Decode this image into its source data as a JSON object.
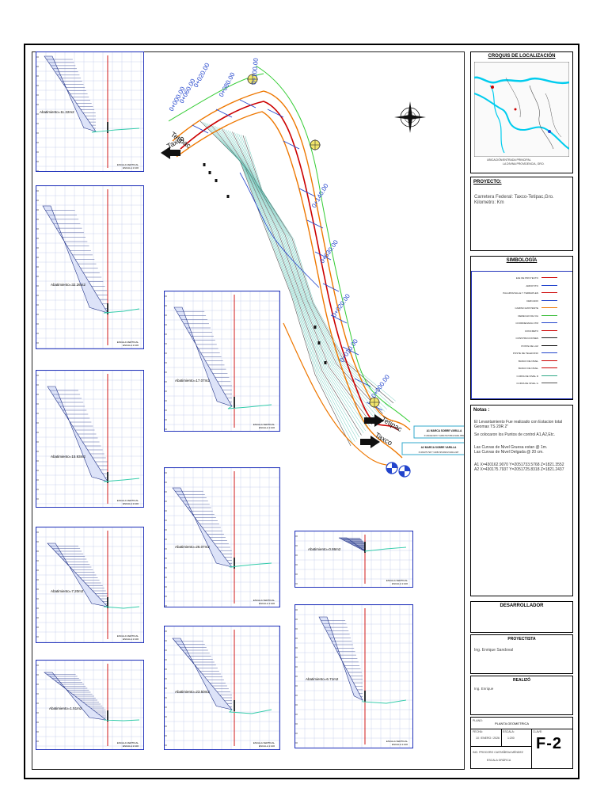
{
  "title_block": {
    "location_title": "CROQUIS DE LOCALIZACIÓN",
    "location_caption_label": "UBICACIÓN:",
    "location_caption_1": "ENTRADA PRINCIPAL",
    "location_caption_2": "LA DIVINA PROVIDENCIA, GRO.",
    "project_title": "PROYECTO:",
    "project_text": "Carretera Federal: Taxco-Tetipac,Gro. Kilometro: Km",
    "symbols_title": "SIMBOLOGÍA",
    "notes_title": "Notas :",
    "note_1": "El Levantamiento Fue realizado con Estacion total Geomax TS 20R 2\"",
    "note_2": "Se colocaron los Puntos de control A1,A2,Etc.",
    "note_3": "Las Curvas de Nivel Gruesa estan @ 1m.",
    "note_4": "Las Curvas de Nivel Delgada @ 20 cm.",
    "note_5": "A1 X=430162.9070  Y=2051733.5768  Z=1821.3552",
    "note_6": "A2 X=430175.7937  Y=2051725.8318  Z=1821.2437",
    "developer_title": "DESARROLLADOR",
    "designer_title": "PROYECTISTA",
    "designer_name": "Ing. Enrique Sandoval",
    "made_title": "REALIZÓ",
    "made_name": "Ing. Enrique",
    "plan_label": "PLANO:",
    "plan_name": "PLANTA GEOMETRICA",
    "date_label": "FECHA:",
    "date_value": "10 / ENERO / 2026",
    "scale_label": "ESCALA:",
    "scale_value": "1:200",
    "key_label": "CLAVE:",
    "key_value": "F-2",
    "signer": "ING. PROCORO CASTAÑEDA MÉNDEZ",
    "graphic_scale": "ESCALA GRÁFICA"
  },
  "symbols": [
    {
      "label": "EJE DE PROYECTO",
      "color": "#cc0000"
    },
    {
      "label": "ARROYITO",
      "color": "#2244cc"
    },
    {
      "label": "PALAPAS/VALLE Y TERRAPLEN",
      "color": "#cc0000"
    },
    {
      "label": "CERCADO",
      "color": "#2244cc"
    },
    {
      "label": "CAMINO EXISTENTE",
      "color": "#ee7700"
    },
    {
      "label": "DERECHO DE VIA",
      "color": "#33bb33"
    },
    {
      "label": "COORDENADA UTM",
      "color": "#2244cc"
    },
    {
      "label": "CONCRETO",
      "color": "#cc0000"
    },
    {
      "label": "CONSTRUCCIONES",
      "color": "#222222"
    },
    {
      "label": "POSTE DE LUZ",
      "color": "#000000"
    },
    {
      "label": "POSTE DE TELEFONO",
      "color": "#2244cc"
    },
    {
      "label": "BANCO DE NIVEL",
      "color": "#cc0000"
    },
    {
      "label": "BANCO DE NIVEL",
      "color": "#cc0000"
    },
    {
      "label": "CURVA DE NIVEL D",
      "color": "#33aa88"
    },
    {
      "label": "CURVA DE NIVEL G",
      "color": "#555555"
    }
  ],
  "map": {
    "stations": [
      "0+060.00",
      "0+020.00",
      "0+000.00",
      "0+080.00",
      "0+100.00",
      "0+140.00",
      "0+630.00",
      "0+020.00",
      "0+010.00",
      "0+000.00"
    ],
    "place_1a": "Tetipac",
    "place_1b": "Taxco",
    "place_2a": "Tetipac",
    "place_2b": "Taxco",
    "benchmark_1": "A1 MARCA SOBRE VARILLA",
    "benchmark_1_coords": "X=430162.9070  Y=2051733.5768  Z=1821.3552",
    "benchmark_2": "A2 MARCA SOBRE VARILLA",
    "benchmark_2_coords": "X=430175.7937  Y=2051725.8318  Z=1821.2437"
  },
  "sections": [
    {
      "area": "Abatimiento=11.22m2"
    },
    {
      "area": "Abatimiento=32.26m2"
    },
    {
      "area": "Abatimiento=15.93m2"
    },
    {
      "area": "Abatimiento=7.20m2"
    },
    {
      "area": "Abatimiento=1.51m2"
    },
    {
      "area": "Abatimiento=17.07m2"
    },
    {
      "area": "Abatimiento=26.07m2"
    },
    {
      "area": "Abatimiento=23.50m2"
    },
    {
      "area": "Abatimiento=0.86m2"
    },
    {
      "area": "Abatimiento=6.71m2"
    }
  ],
  "section_scale": {
    "line1": "ESCALA VERTICAL",
    "line2": "ESCALA 1:100"
  },
  "colors": {
    "axis_red": "#cc0000",
    "grid_blue": "#2233bb",
    "ground_teal": "#33ccaa",
    "hatch_blue": "#223388",
    "road_orange": "#ee7700",
    "rov_green": "#33cc33",
    "contour_teal": "#44bbaa"
  }
}
